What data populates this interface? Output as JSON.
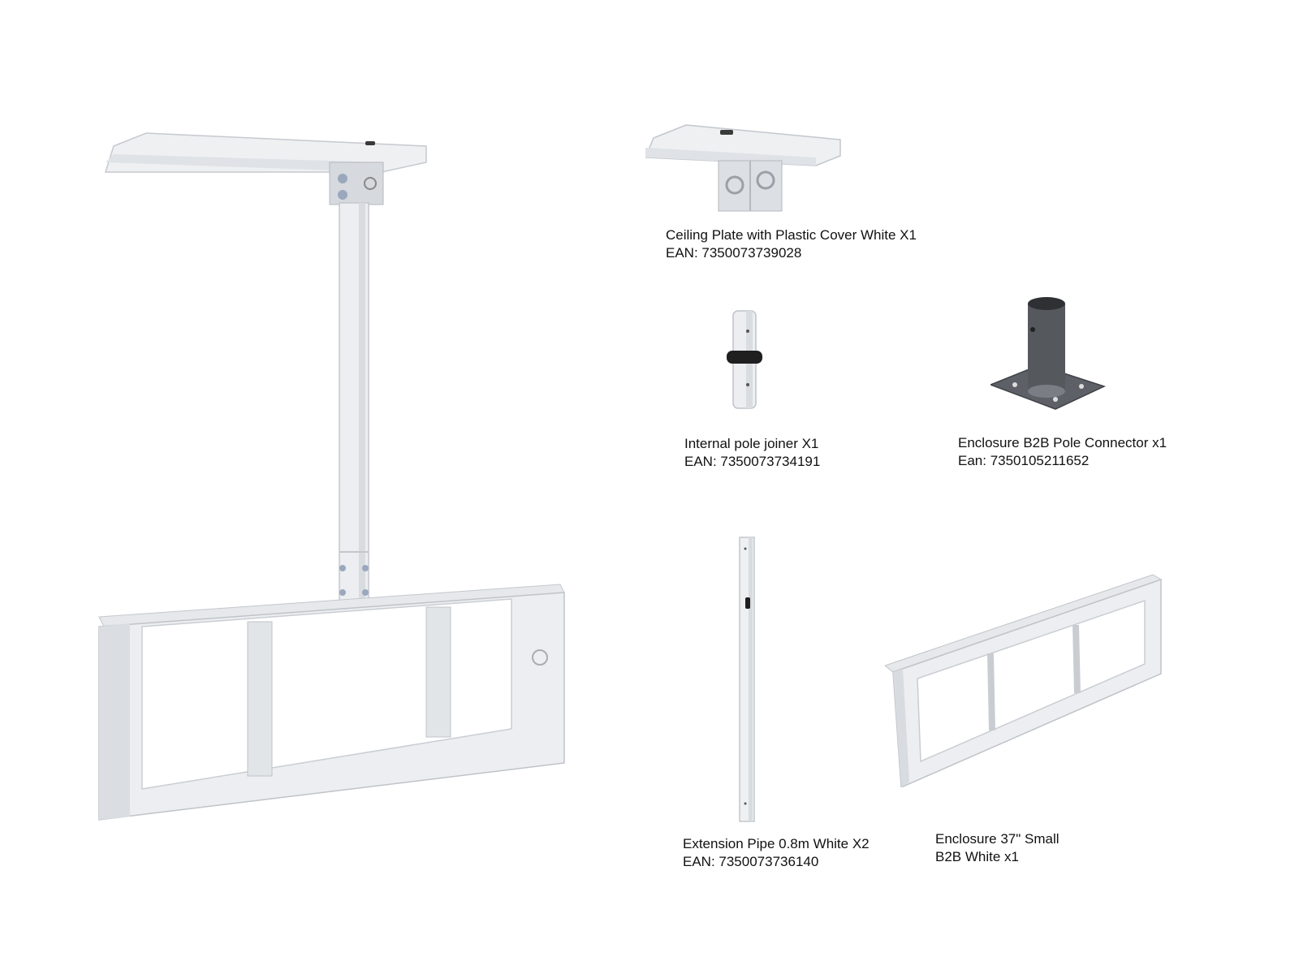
{
  "products": {
    "ceiling_plate": {
      "name": "Ceiling Plate with Plastic Cover White X1",
      "code": "EAN: 7350073739028"
    },
    "pole_joiner": {
      "name": "Internal pole joiner X1",
      "code": "EAN: 7350073734191"
    },
    "pole_connector": {
      "name": "Enclosure B2B Pole Connector x1",
      "code": "Ean: 7350105211652"
    },
    "extension_pipe": {
      "name": "Extension Pipe 0.8m White X2",
      "code": "EAN:  7350073736140"
    },
    "enclosure": {
      "name": "Enclosure 37\"  Small",
      "code": "B2B White x1"
    }
  },
  "colors": {
    "background": "#ffffff",
    "text": "#111111",
    "metal_white": "#e9ebee",
    "metal_shadow": "#c3c7cc",
    "connector_dark": "#55585d"
  }
}
